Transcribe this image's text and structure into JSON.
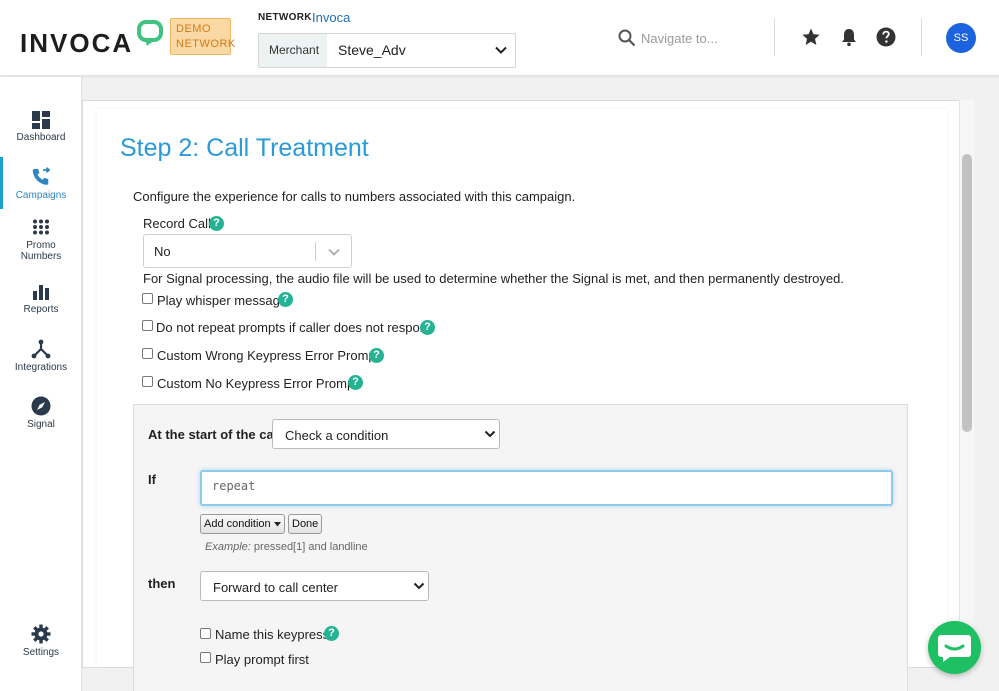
{
  "header": {
    "logo_text": "INVOCA",
    "demo_badge_line1": "DEMO",
    "demo_badge_line2": "NETWORK",
    "network_label": "NETWORK",
    "network_value": "Invoca",
    "merchant_label": "Merchant",
    "merchant_value": "Steve_Adv",
    "search_placeholder": "Navigate to...",
    "avatar_initials": "SS",
    "icons": [
      "star-icon",
      "bell-icon",
      "help-icon"
    ]
  },
  "sidebar": {
    "items": [
      {
        "label": "Dashboard",
        "icon": "dashboard-icon"
      },
      {
        "label": "Campaigns",
        "icon": "campaigns-icon",
        "active": true
      },
      {
        "label": "Promo",
        "label2": "Numbers",
        "icon": "keypad-icon"
      },
      {
        "label": "Reports",
        "icon": "bar-chart-icon"
      },
      {
        "label": "Integrations",
        "icon": "integrations-icon"
      },
      {
        "label": "Signal",
        "icon": "compass-icon"
      },
      {
        "label": "Settings",
        "icon": "gear-icon"
      }
    ]
  },
  "main": {
    "title": "Step 2: Call Treatment",
    "intro": "Configure the experience for calls to numbers associated with this campaign.",
    "record_call_label": "Record Call",
    "record_call_value": "No",
    "signal_note": "For Signal processing, the audio file will be used to determine whether the Signal is met, and then permanently destroyed.",
    "options": [
      "Play whisper message",
      "Do not repeat prompts if caller does not respond",
      "Custom Wrong Keypress Error Prompt",
      "Custom No Keypress Error Prompt"
    ],
    "panel": {
      "start_label": "At the start of the call",
      "start_select_value": "Check a condition",
      "if_label": "If",
      "condition_value": "repeat",
      "add_condition_label": "Add condition",
      "done_label": "Done",
      "example_label": "Example:",
      "example_value": "pressed[1] and landline",
      "then_label": "then",
      "then_select_value": "Forward to call center",
      "name_keypress_label": "Name this keypress",
      "play_prompt_label": "Play prompt first"
    }
  },
  "colors": {
    "accent": "#2a9ad8",
    "help": "#25b393",
    "avatar": "#1d63e0",
    "chat": "#1ec063",
    "badge_bg": "#fbd9a4"
  },
  "help_glyph": "?"
}
